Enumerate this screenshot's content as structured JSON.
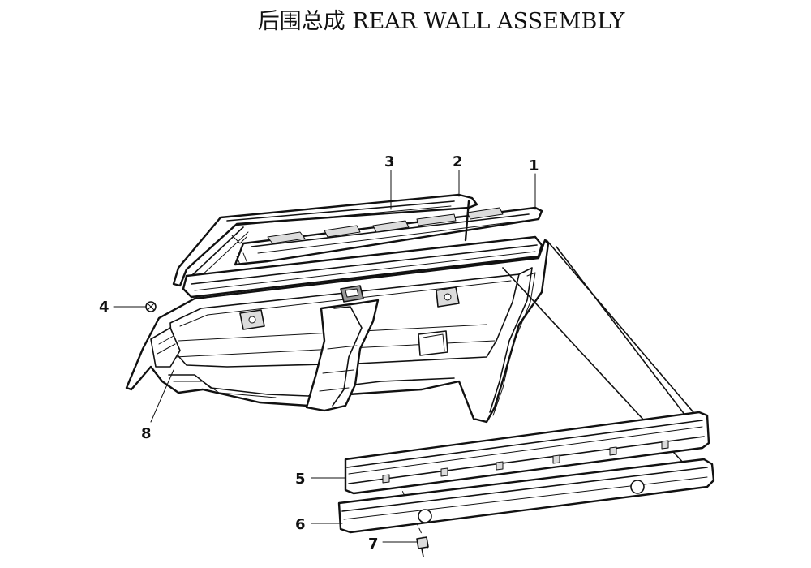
{
  "title": "后围总成 REAR WALL ASSEMBLY",
  "callouts": [
    {
      "id": "1",
      "label": "1"
    },
    {
      "id": "2",
      "label": "2"
    },
    {
      "id": "3",
      "label": "3"
    },
    {
      "id": "4",
      "label": "4"
    },
    {
      "id": "5",
      "label": "5"
    },
    {
      "id": "6",
      "label": "6"
    },
    {
      "id": "7",
      "label": "7"
    },
    {
      "id": "8",
      "label": "8"
    }
  ]
}
